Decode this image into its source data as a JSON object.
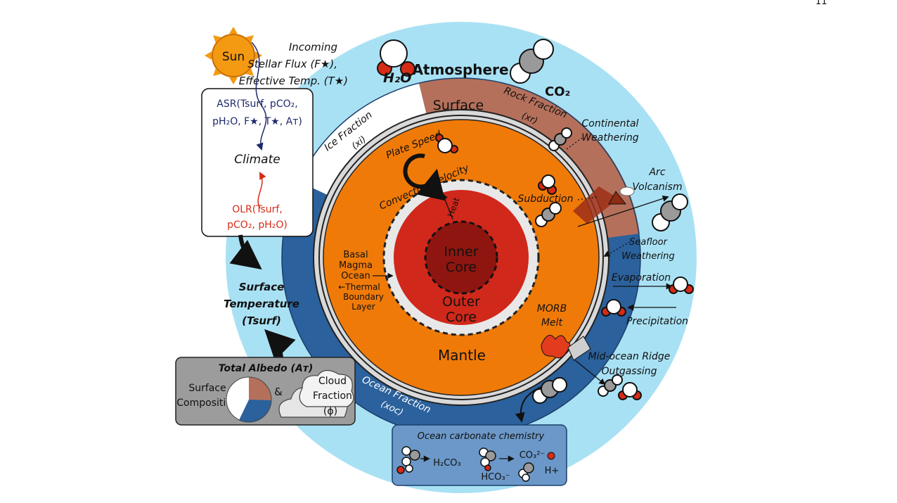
{
  "page_number": "11",
  "sun": {
    "label": "Sun",
    "incoming_line1": "Incoming",
    "incoming_line2": "Stellar Flux (F★),",
    "incoming_line3": "Effective Temp. (T★)"
  },
  "atmosphere": {
    "label": "Atmosphere",
    "h2o": "H₂O",
    "co2": "CO₂"
  },
  "climate_box": {
    "asr_line1": "ASR(Tsurf, pCO₂,",
    "asr_line2": "pH₂O, F★, T★, Aᴛ)",
    "climate": "Climate",
    "olr_line1": "OLR(Tsurf,",
    "olr_line2": "pCO₂, pH₂O)"
  },
  "surface_temperature": {
    "line1": "Surface",
    "line2": "Temperature",
    "line3": "(Tsurf)"
  },
  "albedo_box": {
    "title": "Total Albedo (Aᴛ)",
    "surface_line1": "Surface",
    "surface_line2": "Composition",
    "ampersand": "&",
    "cloud_line1": "Cloud",
    "cloud_line2": "Fraction",
    "cloud_line3": "(ϕ)"
  },
  "ring_labels": {
    "surface": "Surface",
    "rock_fraction": "Rock Fraction",
    "rock_symbol": "(xr)",
    "ice_fraction": "Ice Fraction",
    "ice_symbol": "(xi)",
    "ocean_fraction": "Ocean Fraction",
    "ocean_symbol": "(xoc)"
  },
  "interior": {
    "plate_speed": "Plate Speed",
    "convective_velocity": "Convective Velocity",
    "heat": "Heat",
    "inner_core_1": "Inner",
    "inner_core_2": "Core",
    "outer_core_1": "Outer",
    "outer_core_2": "Core",
    "mantle": "Mantle",
    "basal_1": "Basal",
    "basal_2": "Magma",
    "basal_3": "Ocean",
    "tbl_1": "←Thermal",
    "tbl_2": "Boundary",
    "tbl_3": "Layer",
    "subduction": "Subduction",
    "morb_1": "MORB",
    "morb_2": "Melt"
  },
  "processes": {
    "continental_1": "Continental",
    "continental_2": "Weathering",
    "arc_1": "Arc",
    "arc_2": "Volcanism",
    "seafloor_1": "Seafloor",
    "seafloor_2": "Weathering",
    "evaporation": "Evaporation",
    "precipitation": "Precipitation",
    "ridge_1": "Mid-ocean Ridge",
    "ridge_2": "Outgassing"
  },
  "ocean_box": {
    "title": "Ocean carbonate chemistry",
    "h2co3": "H₂CO₃",
    "co3": "CO₃²⁻",
    "hco3": "HCO₃⁻",
    "hplus": "H+"
  },
  "colors": {
    "atmosphere": "#a9e1f4",
    "ocean": "#2b619c",
    "rock": "#b5705b",
    "mantle": "#f07a08",
    "outer_core": "#d0281b",
    "inner_core": "#8f1610",
    "sun": "#f39a12",
    "olr_red": "#d62b16",
    "asr_navy": "#1d2a6b",
    "albedo_box": "#9c9c9c",
    "ocean_box": "#6b98c8"
  }
}
